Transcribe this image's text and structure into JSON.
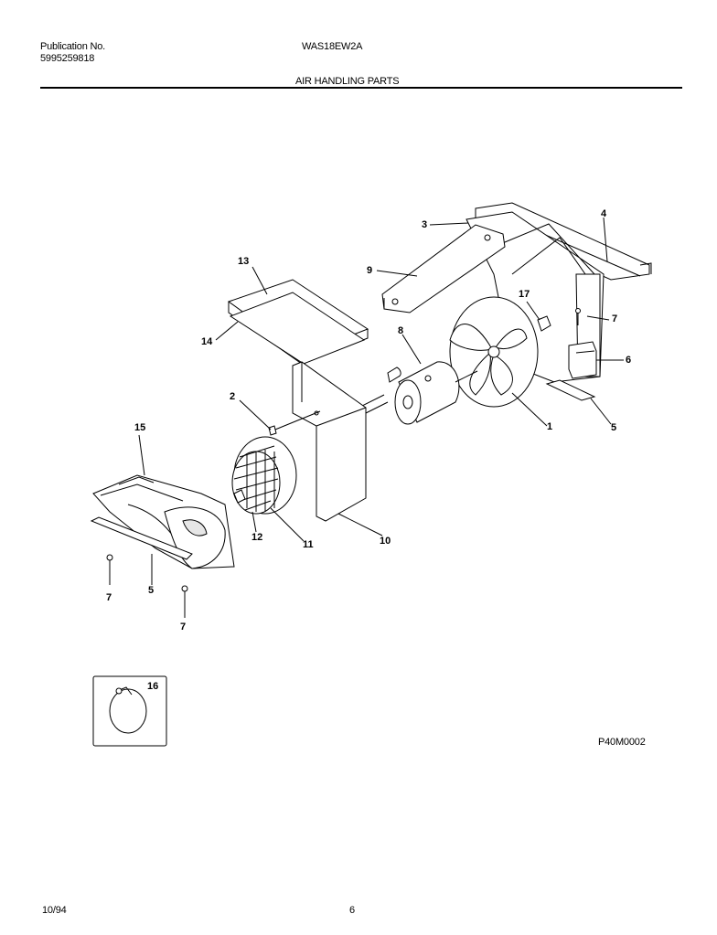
{
  "header": {
    "publication_label": "Publication No.",
    "publication_number": "5995259818",
    "model": "WAS18EW2A",
    "section_title": "AIR HANDLING PARTS"
  },
  "diagram": {
    "figure_code": "P40M0002",
    "callouts": {
      "c1": "1",
      "c2": "2",
      "c3": "3",
      "c4": "4",
      "c5a": "5",
      "c5b": "5",
      "c6": "6",
      "c7a": "7",
      "c7b": "7",
      "c7c": "7",
      "c8": "8",
      "c9": "9",
      "c10": "10",
      "c11": "11",
      "c12": "12",
      "c13": "13",
      "c14": "14",
      "c15": "15",
      "c16": "16",
      "c17": "17"
    }
  },
  "footer": {
    "date": "10/94",
    "page": "6"
  }
}
